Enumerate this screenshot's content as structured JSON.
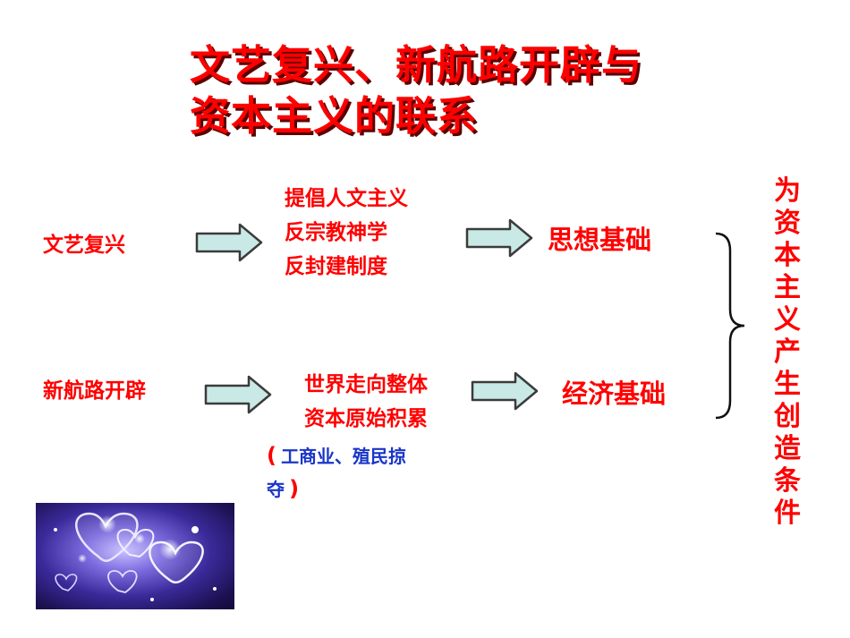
{
  "title": {
    "line1": "文艺复兴、新航路开辟与",
    "line2": "资本主义的联系"
  },
  "renaissance": {
    "label": "文艺复兴",
    "items": [
      "提倡人文主义",
      "反宗教神学",
      "反封建制度"
    ],
    "result": "思想基础"
  },
  "new_route": {
    "label": "新航路开辟",
    "items": [
      "世界走向整体",
      "资本原始积累"
    ],
    "note_open": "(",
    "note_text_line1": "工商业、殖民掠",
    "note_text_line2": "夺",
    "note_close": ")",
    "result": "经济基础"
  },
  "conclusion": {
    "chars": [
      "为",
      "资",
      "本",
      "主",
      "义",
      "产",
      "生",
      "创",
      "造",
      "条",
      "件"
    ]
  },
  "colors": {
    "accent_red": "#ff0000",
    "note_blue": "#1a35c8",
    "arrow_fill": "#c9e9e6",
    "arrow_stroke": "#3b3b3b"
  },
  "image": {
    "icon": "glowing-hearts-image"
  }
}
